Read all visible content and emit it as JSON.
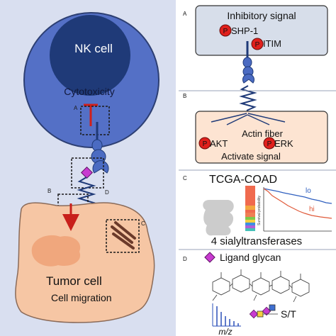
{
  "left_panel": {
    "nk_cell_label": "NK cell",
    "cytotoxicity_label": "Cytotoxicity",
    "tumor_cell_label": "Tumor cell",
    "cell_migration_label": "Cell migration",
    "box_labels": {
      "a": "A",
      "b": "B",
      "c": "C",
      "d": "D"
    }
  },
  "panel_a": {
    "letter": "A",
    "title": "Inhibitory signal",
    "shp1_label": "SHP-1",
    "itim_label": "ITIM",
    "phospho_symbol": "P"
  },
  "panel_b": {
    "letter": "B",
    "actin_label": "Actin fiber",
    "akt_label": "AKT",
    "erk_label": "ERK",
    "activate_label": "Activate signal",
    "phospho_symbol": "P"
  },
  "panel_c": {
    "letter": "C",
    "title": "TCGA-COAD",
    "subtitle": "4 sialyltransferases",
    "km_ylabel": "Survival probability",
    "km_legend_lo": "lo",
    "km_legend_hi": "hi"
  },
  "panel_d": {
    "letter": "D",
    "ligand_label": "Ligand glycan",
    "mz_label": "m/z",
    "st_label": "S/T"
  },
  "colors": {
    "background_left": "#d9dff0",
    "nk_outer": "#5470c6",
    "nk_nucleus": "#1f3a78",
    "receptor": "#2a4a8a",
    "tumor": "#f6c6a4",
    "tumor_nucleus": "#f0a77d",
    "phospho": "#e0201c",
    "ligand": "#c83bd0",
    "km_lo": "#2f5fbf",
    "km_hi": "#e05a3a"
  }
}
